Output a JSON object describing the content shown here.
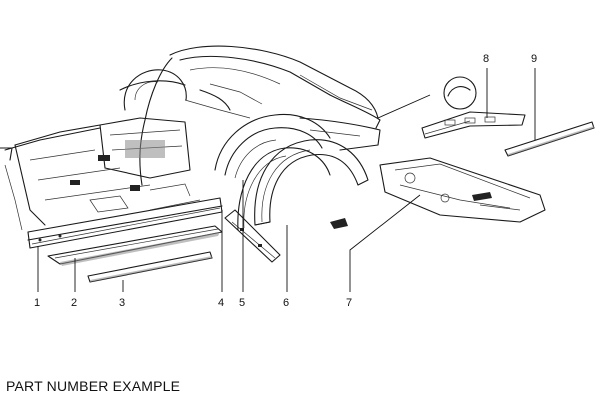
{
  "caption": "PART NUMBER EXAMPLE",
  "part_numbers": [
    "1",
    "2",
    "3",
    "4",
    "5",
    "6",
    "7",
    "8",
    "9"
  ],
  "icons": {
    "car_body": "car-body-shell-illustration",
    "sill": "inner-sill-panel",
    "sill_outer": "outer-sill-panel",
    "sill_cover": "sill-cover-strip",
    "arch_inner": "inner-wheel-arch",
    "arch_outer": "outer-wheel-arch",
    "floor": "rear-floor-panel",
    "bracket": "bracket-panel",
    "strip": "trim-strip",
    "detail": "circular-detail-view"
  }
}
